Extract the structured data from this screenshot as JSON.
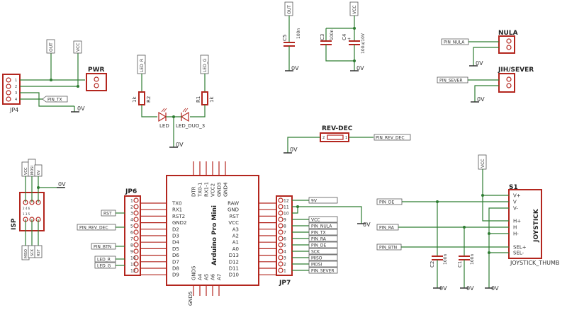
{
  "jp4": {
    "name": "JP4",
    "pin_tx": "PIN_TX",
    "out": "OUT",
    "vcc": "VCC",
    "gnd": "0V"
  },
  "pwr": {
    "name": "PWR"
  },
  "led": {
    "r_label": "LED_R",
    "g_label": "LED_G",
    "r2": "R2",
    "r1": "R1",
    "r2_val": "1k",
    "r1_val": "1k",
    "led": "LED",
    "led_duo": "LED_DUO_3",
    "gnd": "0V"
  },
  "caps_top": {
    "out": "OUT",
    "vcc": "VCC",
    "c5": "C5",
    "c5_val": "100n",
    "c3": "C3",
    "c3_val": "100n",
    "c4": "C4",
    "c4_val": "100u/10V",
    "gnd1": "0V",
    "gnd2": "0V"
  },
  "nula": {
    "name": "NULA",
    "pin": "PIN_NULA",
    "gnd": "0V"
  },
  "jih": {
    "name": "JIH/SEVER",
    "pin": "PIN_SEVER",
    "gnd": "0V"
  },
  "revdec": {
    "name": "REV-DEC",
    "pin": "PIN_REV_DEC",
    "pin_n1": "1",
    "pin_n2": "2",
    "gnd": "0V"
  },
  "isp": {
    "name": "ISP",
    "top": [
      "VCC",
      "MOSI",
      "0V"
    ],
    "bottom": [
      "MISO",
      "SCK",
      "RST"
    ],
    "gnd": "0V",
    "pin_nums": [
      "1",
      "2",
      "3",
      "4",
      "5",
      "6"
    ]
  },
  "jp6": {
    "name": "JP6",
    "pins": [
      "1",
      "2",
      "3",
      "4",
      "5",
      "6",
      "7",
      "8",
      "9",
      "10",
      "11",
      "12"
    ],
    "labels": {
      "rst": "RST",
      "rev": "PIN_REV_DEC",
      "btn": "PIN_BTN",
      "led_r": "LED_R",
      "led_g": "LED_G"
    }
  },
  "arduino": {
    "title": "Arduino Pro Mini",
    "left": [
      "TX0",
      "RX1",
      "RST2",
      "GND2",
      "D2",
      "D3",
      "D4",
      "D5",
      "D6",
      "D7",
      "D8",
      "D9"
    ],
    "right": [
      "RAW",
      "GND",
      "RST",
      "VCC",
      "A3",
      "A2",
      "A1",
      "A0",
      "D13",
      "D12",
      "D11",
      "D10"
    ],
    "top": [
      "DTR",
      "TX0-1",
      "RX1-1",
      "VCC2",
      "GND3",
      "GND4"
    ],
    "bottom": [
      "GND5",
      "A4",
      "A5",
      "A6",
      "A7"
    ],
    "gnd5": "GND5"
  },
  "jp7": {
    "name": "JP7",
    "pins": [
      "12",
      "11",
      "10",
      "9",
      "8",
      "7",
      "6",
      "5",
      "4",
      "3",
      "2",
      "1"
    ],
    "labels": [
      "9V",
      "",
      "",
      "VCC",
      "PIN_NULA",
      "PIN_TX",
      "PIN_RA",
      "PIN_DE",
      "SCK",
      "MISO",
      "MOSI",
      "PIN_SEVER"
    ],
    "gnd": "0V"
  },
  "joystick": {
    "s1": "S1",
    "name": "JOYSTICK",
    "footer": "JOYSTICK_THUMB",
    "pins": [
      "V+",
      "V",
      "V-",
      "H+",
      "H",
      "H-",
      "SEL+",
      "SEL-"
    ],
    "vcc": "VCC",
    "pin_de": "PIN_DE",
    "pin_ra": "PIN_RA",
    "pin_btn": "PIN_BTN",
    "c2": "C2",
    "c1": "C1",
    "c2_val": "100n",
    "c1_val": "100n",
    "gnd1": "0V",
    "gnd2": "0V",
    "gnd3": "0V"
  }
}
